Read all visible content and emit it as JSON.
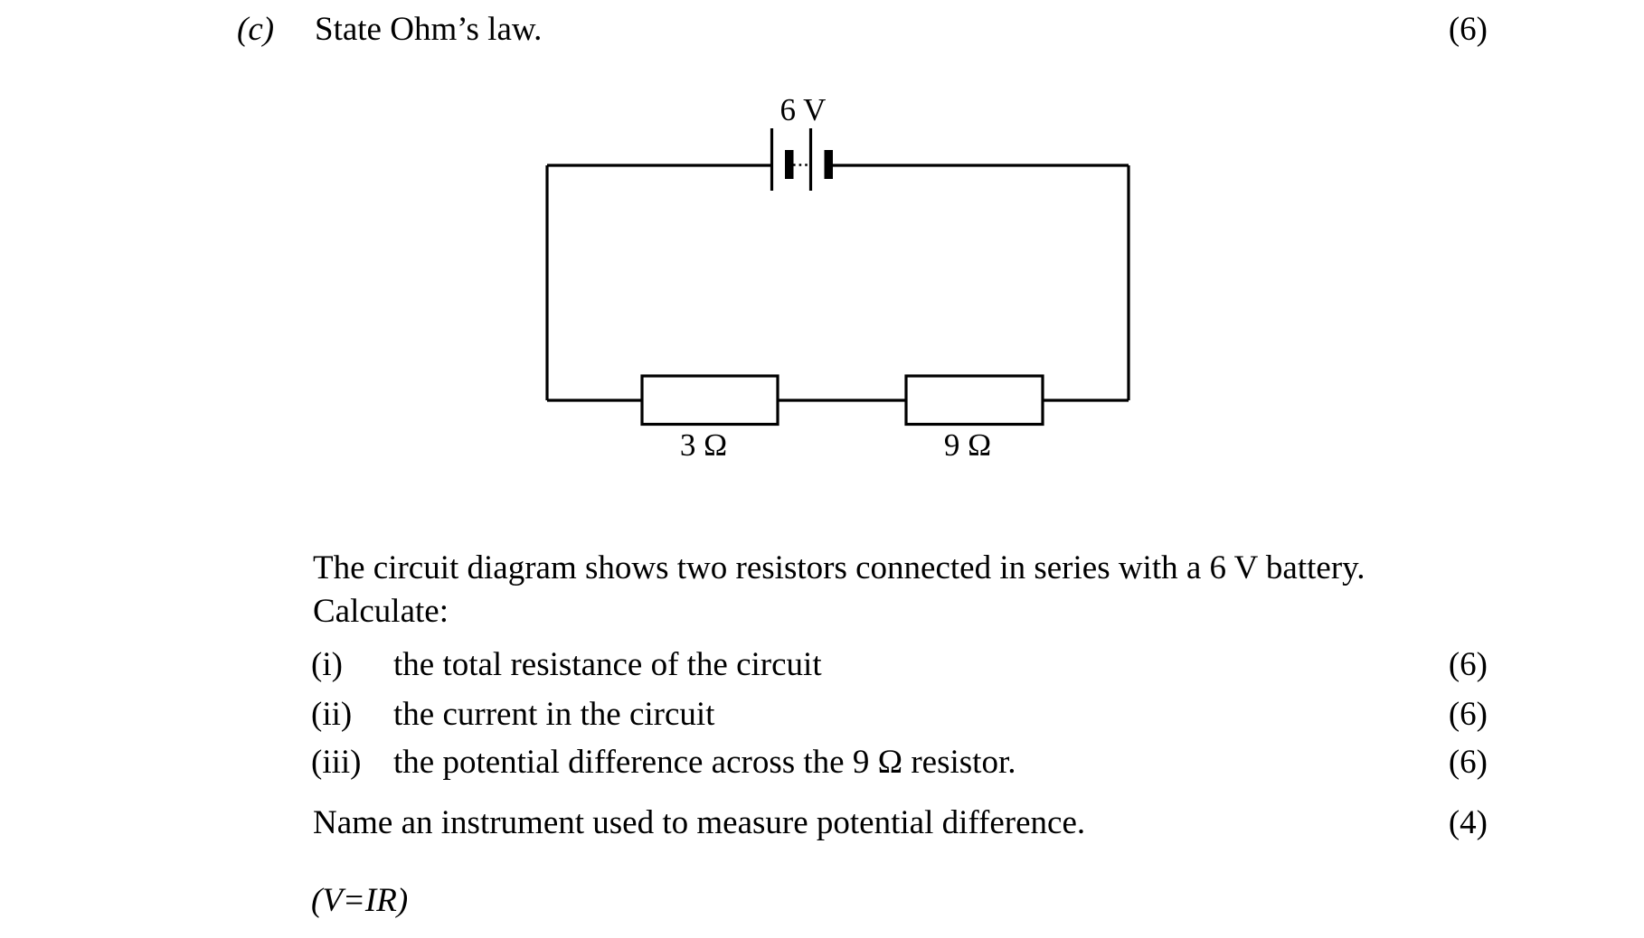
{
  "colors": {
    "background": "#ffffff",
    "ink": "#000000"
  },
  "header": {
    "part_label": "(c)",
    "prompt": "State Ohm’s law.",
    "marks": "(6)"
  },
  "circuit": {
    "battery_label": "6 V",
    "battery_voltage": "6 V",
    "resistors": [
      {
        "label": "3 Ω"
      },
      {
        "label": "9 Ω"
      }
    ],
    "topology": "two resistors in series with battery"
  },
  "body": {
    "description": "The circuit diagram shows two resistors connected in series with a 6 V battery.",
    "calculate_heading": "Calculate:",
    "items": [
      {
        "label": "(i)",
        "text": "the total resistance of the circuit",
        "marks": "(6)"
      },
      {
        "label": "(ii)",
        "text": "the current in the circuit",
        "marks": "(6)"
      },
      {
        "label": "(iii)",
        "text": "the potential difference across the 9 Ω resistor.",
        "marks": "(6)"
      }
    ],
    "instrument_question": {
      "text": "Name an instrument used to measure potential difference.",
      "marks": "(4)"
    },
    "formula_hint": "(V=IR)"
  }
}
